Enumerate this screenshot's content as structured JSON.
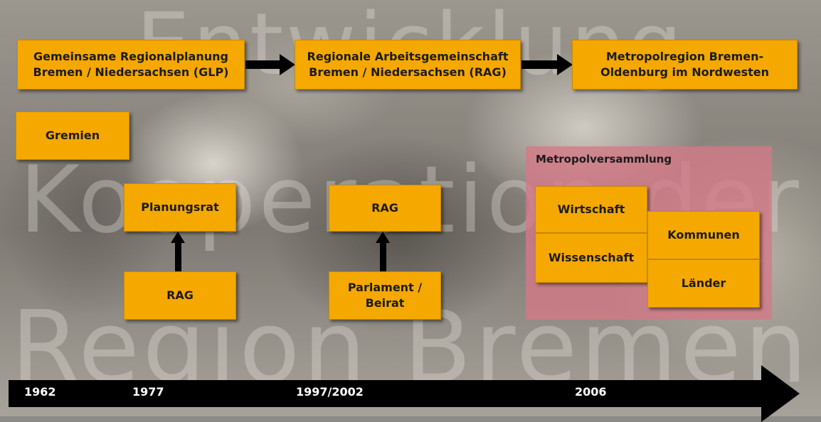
{
  "watermark": {
    "line1": "Entwicklung",
    "line2": "Kooperation der",
    "line3": "Region Bremen"
  },
  "stages": {
    "glp": "Gemeinsame Regionalplanung\nBremen / Niedersachsen (GLP)",
    "rag": "Regionale Arbeitsgemeinschaft\nBremen / Niedersachsen (RAG)",
    "metropol": "Metropolregion Bremen-\nOldenburg im Nordwesten"
  },
  "gremien_label": "Gremien",
  "period_1977": {
    "top": "Planungsrat",
    "bottom": "RAG"
  },
  "period_1997": {
    "top": "RAG",
    "bottom": "Parlament /\nBeirat"
  },
  "metropolversammlung": {
    "title": "Metropolversammlung",
    "members": [
      "Wirtschaft",
      "Wissenschaft",
      "Kommunen",
      "Länder"
    ]
  },
  "timeline": {
    "ticks": [
      "1962",
      "1977",
      "1997/2002",
      "2006"
    ]
  },
  "colors": {
    "box_fill": "#f5a800",
    "panel_fill": "#d67887",
    "arrow": "#000000"
  }
}
